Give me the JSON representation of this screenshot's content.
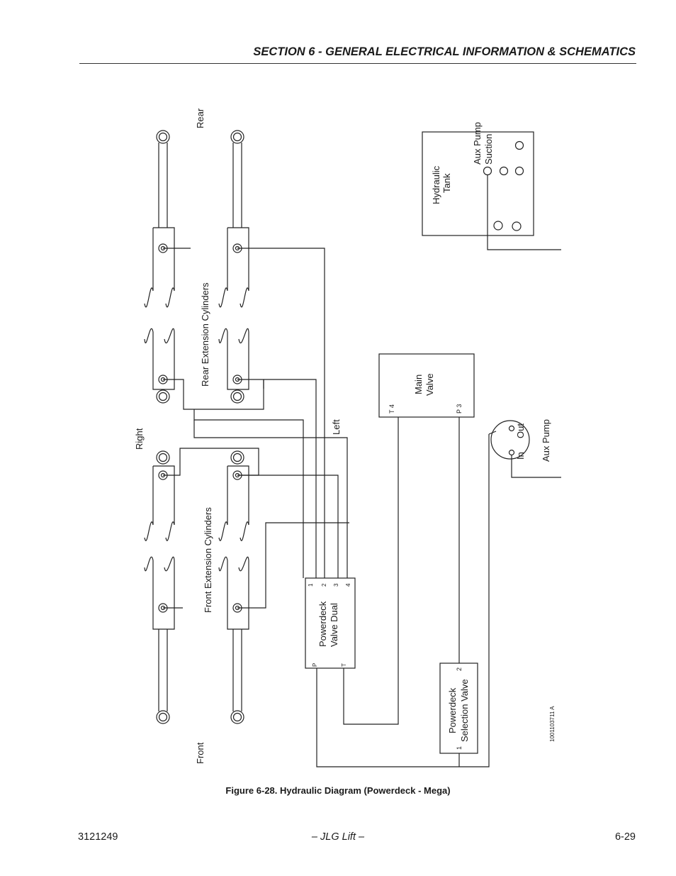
{
  "header": {
    "title": "SECTION 6 - GENERAL ELECTRICAL INFORMATION & SCHEMATICS"
  },
  "diagram": {
    "labels": {
      "rear": "Rear",
      "front": "Front",
      "right": "Right",
      "left": "Left",
      "rear_cylinders": "Rear Extension Cylinders",
      "front_cylinders": "Front Extension Cylinders",
      "tank_line1": "Hydraulic",
      "tank_line2": "Tank",
      "suction_line1": "Aux Pump",
      "suction_line2": "Suction",
      "main_valve_line1": "Main",
      "main_valve_line2": "Valve",
      "main_t": "T 4",
      "main_p": "P 3",
      "aux_pump": "Aux Pump",
      "pump_in": "In",
      "pump_out": "Out",
      "pd_valve_line1": "Powerdeck",
      "pd_valve_line2": "Valve Dual",
      "pd_port1": "1",
      "pd_port2": "2",
      "pd_port3": "3",
      "pd_port4": "4",
      "pd_port_p": "P",
      "pd_port_t": "T",
      "sel_valve_line1": "Powerdeck",
      "sel_valve_line2": "Selection Valve",
      "sel_port1": "1",
      "sel_port2": "2",
      "drawing_number": "1001103711 A"
    }
  },
  "caption": "Figure 6-28.  Hydraulic Diagram (Powerdeck - Mega)",
  "footer": {
    "doc_number": "3121249",
    "publisher": "– JLG Lift –",
    "page": "6-29"
  }
}
